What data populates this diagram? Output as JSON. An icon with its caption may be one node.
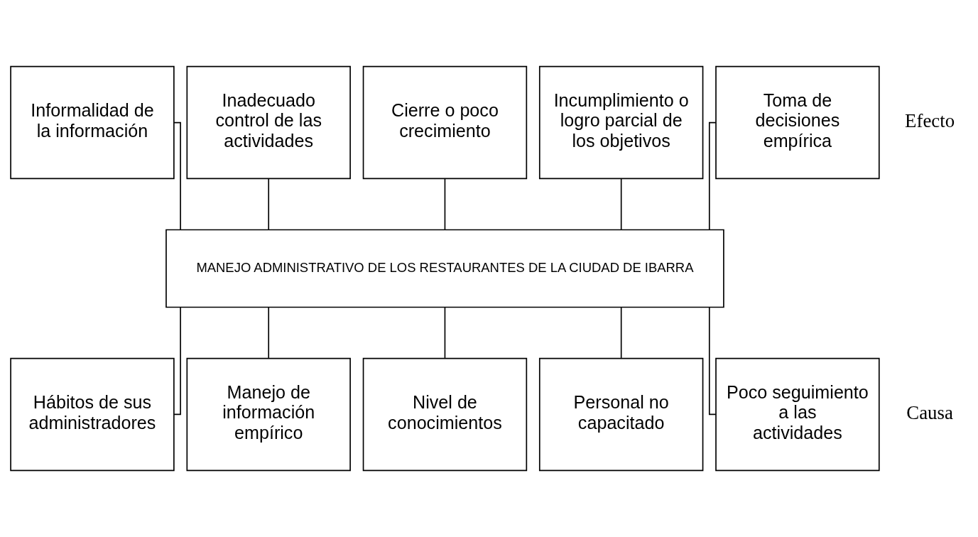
{
  "diagram": {
    "nodes": [
      {
        "text": [
          "Informalidad de la información"
        ]
      },
      {
        "text": [
          "Inadecuado control de las actividades"
        ]
      },
      {
        "text": [
          "Cierre o poco crecimiento"
        ]
      },
      {
        "text": [
          "Incumplimiento o logro parcial de los objetivos"
        ]
      },
      {
        "text": [
          "Toma de decisiones empírica"
        ]
      },
      {
        "text": [
          "MANEJO ADMINISTRATIVO DE LOS RESTAURANTES DE LA CIUDAD DE IBARRA"
        ]
      },
      {
        "text": [
          "Hábitos de sus administradores"
        ]
      },
      {
        "text": [
          "Manejo de información empírico"
        ]
      },
      {
        "text": [
          "Nivel de conocimientos"
        ]
      },
      {
        "text": [
          "Personal no capacitado"
        ]
      },
      {
        "text": [
          "Poco seguimiento a las actividades"
        ]
      }
    ],
    "edges": [
      {
        "from": 0,
        "to": 5,
        "arrow": "none"
      },
      {
        "from": 1,
        "to": 5,
        "arrow": "none"
      },
      {
        "from": 2,
        "to": 5,
        "arrow": "none"
      },
      {
        "from": 3,
        "to": 5,
        "arrow": "none"
      },
      {
        "from": 4,
        "to": 5,
        "arrow": "none"
      },
      {
        "from": 5,
        "to": 6,
        "arrow": "none"
      },
      {
        "from": 5,
        "to": 7,
        "arrow": "none"
      },
      {
        "from": 5,
        "to": 8,
        "arrow": "none"
      },
      {
        "from": 5,
        "to": 9,
        "arrow": "none"
      },
      {
        "from": 5,
        "to": 10,
        "arrow": "none"
      }
    ],
    "labels": [
      "Efecto",
      "Causa"
    ]
  }
}
